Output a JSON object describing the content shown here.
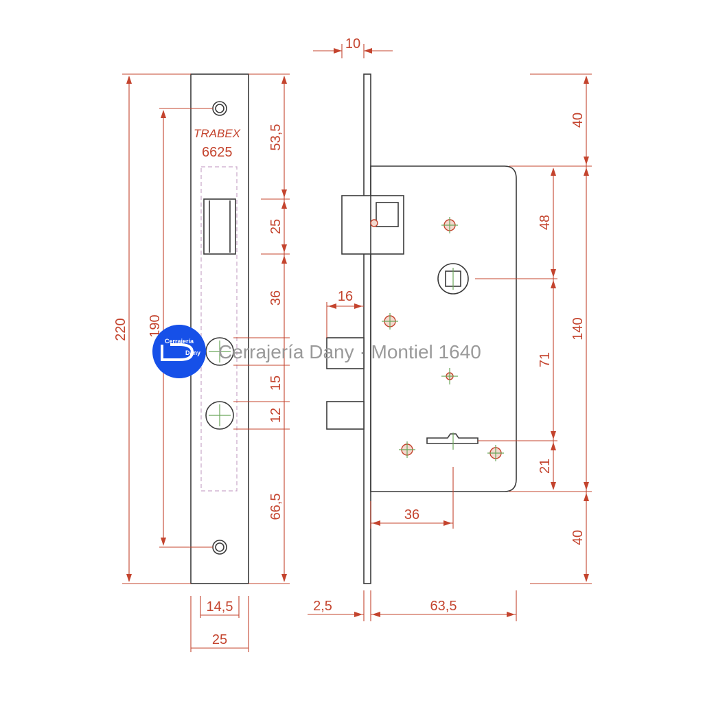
{
  "front_view": {
    "brand": "TRABEX",
    "model": "6625",
    "dims": {
      "total_height": "220",
      "screw_spacing": "190",
      "top_to_latch": "53,5",
      "latch_height": "25",
      "latch_to_square": "36",
      "square_to_cyl": "15",
      "cyl_height": "12",
      "bottom": "66,5",
      "plate_width_inner": "14,5",
      "plate_width": "25"
    }
  },
  "side_view": {
    "dims": {
      "plate_thickness": "10",
      "latch_projection": "16",
      "backset_top": "40",
      "top_to_follower": "48",
      "case_height": "140",
      "follower_to_key": "71",
      "key_to_bottom": "21",
      "backset_bottom": "40",
      "keyhole_backset": "36",
      "faceplate": "2,5",
      "case_depth": "63,5"
    }
  },
  "watermark": {
    "text": "Cerrajería Dany · Montiel 1640",
    "badge_top": "Cerrajería",
    "badge_bottom": "Dany",
    "badge_color": "#1650e8"
  }
}
